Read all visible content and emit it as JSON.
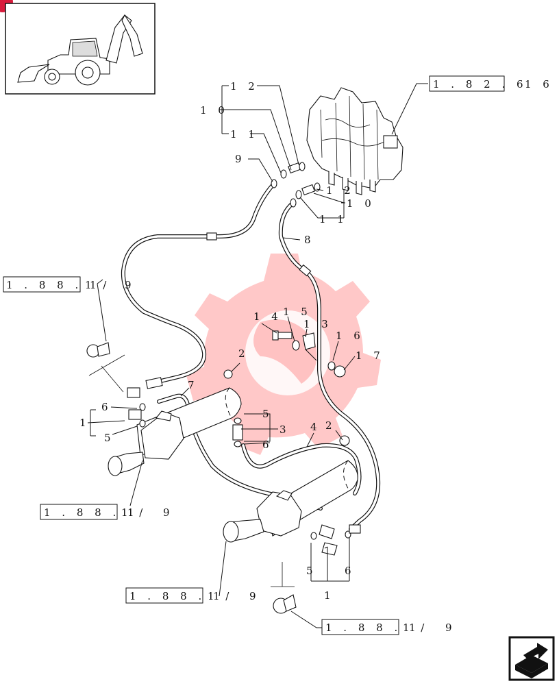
{
  "refs": {
    "valve_ref": "1 . 8 2 . 6",
    "valve_ref_page": "1 6",
    "left_ref": "1 . 8 8 . 1",
    "left_ref_suffix": "1 /",
    "left_cyl_ref": "1 . 8 8 . 1",
    "left_cyl_ref_suffix": "1 /",
    "left_cyl_ref_page": "9",
    "right_cyl_ref": "1 . 8 8 . 1",
    "right_cyl_ref_suffix": "1 /",
    "right_cyl_ref_page": "9",
    "bottom_ref": "1 . 8 8 . 1",
    "bottom_ref_suffix": "1 /",
    "bottom_ref_page": "9"
  },
  "labels": {
    "n12_top": "1 2",
    "n10_top": "1 0",
    "n11_top": "1 1",
    "n9_top": "9",
    "n12_mid": "1 2",
    "n10_mid": "1 0",
    "n11_mid": "1 1",
    "n8": "8",
    "n9_hose": "9",
    "n14": "1 4",
    "n15": "1 5",
    "n13": "1 3",
    "n16": "1 6",
    "n17": "1 7",
    "n2_left": "2",
    "n7": "7",
    "n6_left": "6",
    "n1_left": "1",
    "n5_left": "5",
    "n5_mid": "5",
    "n3": "3",
    "n6_mid": "6",
    "n4": "4",
    "n2_right": "2",
    "n5_bottom": "5",
    "n6_bottom": "6",
    "n1_bottom": "1"
  },
  "watermark": {
    "color": "#ff4a4a",
    "opacity": 0.3
  },
  "colors": {
    "corner_badge": "#d81b3c",
    "ink": "#111111"
  },
  "icons": {
    "thumbnail": "backhoe-loader-icon",
    "nav": "next-page-arrow-icon"
  }
}
